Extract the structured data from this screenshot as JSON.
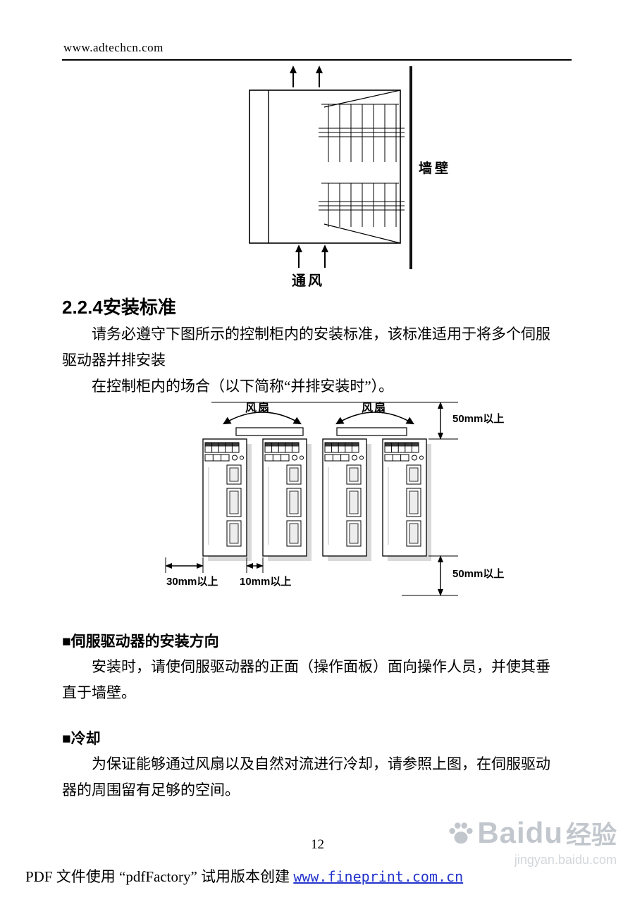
{
  "header": {
    "url": "www.adtechcn.com"
  },
  "figure_wall": {
    "wall_label": "墙壁",
    "vent_label": "通风"
  },
  "section_install_standard": {
    "heading": "2.2.4安装标准",
    "lines": [
      "请务必遵守下图所示的控制柜内的安装标准，该标准适用于将多个伺服",
      "驱动器并排安装",
      "在控制柜内的场合（以下简称“并排安装时”）。"
    ]
  },
  "figure_layout": {
    "fan_label": "风扇",
    "dim_top_right": "50mm以上",
    "dim_bottom_right": "50mm以上",
    "dim_left": "30mm以上",
    "dim_middle": "10mm以上"
  },
  "section_direction": {
    "heading": "■伺服驱动器的安装方向",
    "lines": [
      "安装时，请使伺服驱动器的正面（操作面板）面向操作人员，并使其垂",
      "直于墙壁。"
    ]
  },
  "section_cooling": {
    "heading": "■冷却",
    "lines": [
      "为保证能够通过风扇以及自然对流进行冷却，请参照上图，在伺服驱动",
      "器的周围留有足够的空间。"
    ]
  },
  "page": {
    "number": "12"
  },
  "footer": {
    "pdf_notice": "PDF 文件使用 “pdfFactory” 试用版本创建 ",
    "pdf_link": "www.fineprint.com.cn"
  },
  "watermark": {
    "brand": "Baidu",
    "suffix": "经验",
    "subtext": "jingyan.baidu.com"
  },
  "colors": {
    "link_blue": "#2233cc",
    "watermark_gray": "#aeb5bd"
  }
}
